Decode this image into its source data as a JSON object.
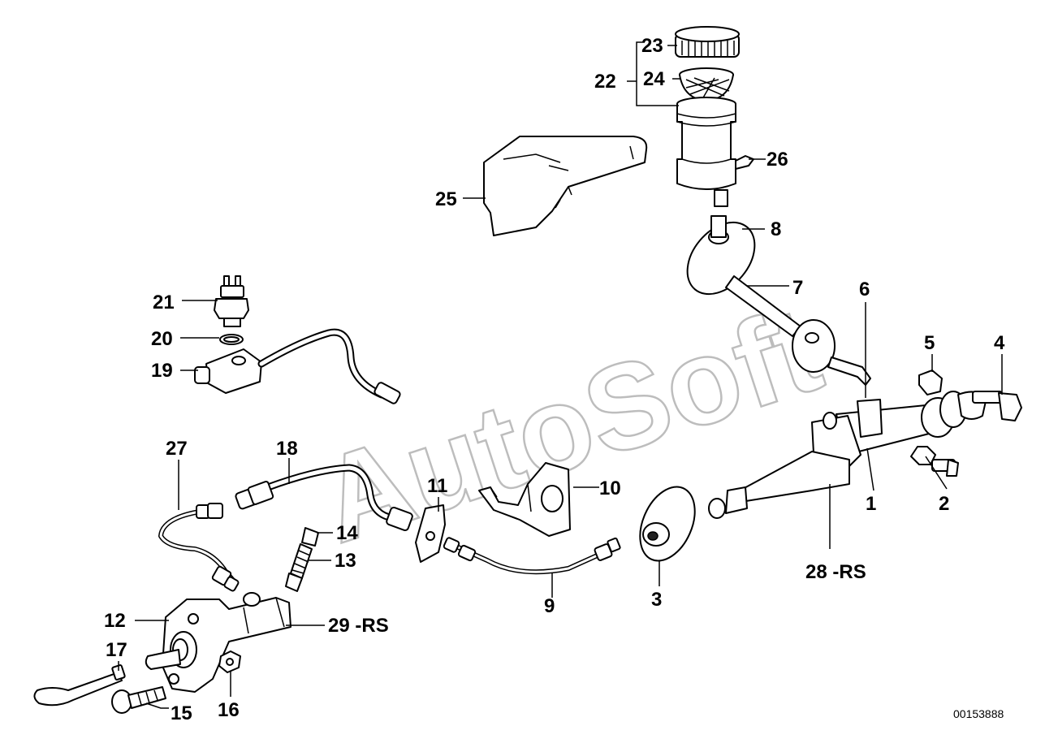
{
  "watermark": "AutoSoft",
  "diagram_code": "00153888",
  "labels": {
    "p1": "1",
    "p2": "2",
    "p3": "3",
    "p4": "4",
    "p5": "5",
    "p6": "6",
    "p7": "7",
    "p8": "8",
    "p9": "9",
    "p10": "10",
    "p11": "11",
    "p12": "12",
    "p13": "13",
    "p14": "14",
    "p15": "15",
    "p16": "16",
    "p17": "17",
    "p18": "18",
    "p19": "19",
    "p20": "20",
    "p21": "21",
    "p22": "22",
    "p23": "23",
    "p24": "24",
    "p25": "25",
    "p26": "26",
    "p27": "27",
    "p28": "28 -RS",
    "p29": "29 -RS"
  }
}
